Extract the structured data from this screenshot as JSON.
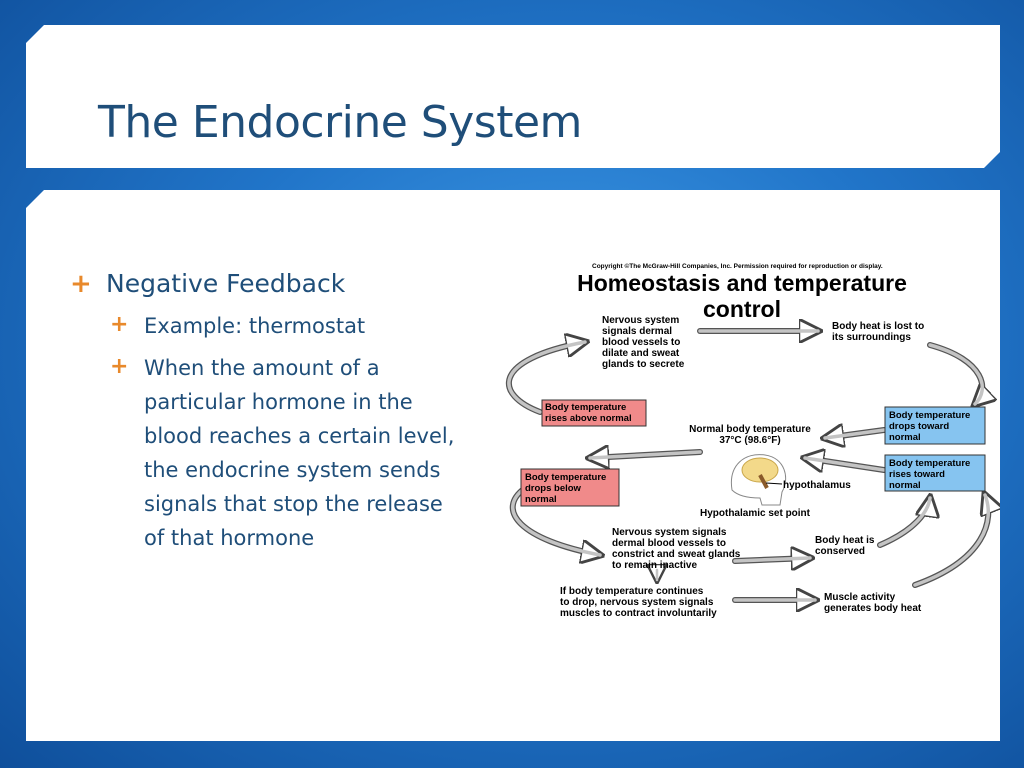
{
  "slide": {
    "title": "The Endocrine System",
    "bullets": {
      "level1": "Negative Feedback",
      "level2": [
        "Example: thermostat",
        "When the amount of a particular hormone in the blood reaches a certain level, the endocrine system sends signals that stop the release of that hormone"
      ]
    }
  },
  "diagram": {
    "copyright": "Copyright ©The McGraw-Hill Companies, Inc. Permission required for reproduction or display.",
    "title_line1": "Homeostasis and temperature",
    "title_line2": "control",
    "nervous_dilate": [
      "Nervous system",
      "signals dermal",
      "blood vessels to",
      "dilate and sweat",
      "glands to secrete"
    ],
    "heat_lost": [
      "Body heat is lost to",
      "its surroundings"
    ],
    "rises_above": [
      "Body temperature",
      "rises above normal"
    ],
    "normal_temp": [
      "Normal body temperature",
      "37°C (98.6°F)"
    ],
    "drops_toward": [
      "Body temperature",
      "drops toward",
      "normal"
    ],
    "drops_below": [
      "Body temperature",
      "drops below",
      "normal"
    ],
    "hypothalamus": "hypothalamus",
    "set_point": "Hypothalamic set point",
    "rises_toward": [
      "Body temperature",
      "rises toward",
      "normal"
    ],
    "nervous_constrict": [
      "Nervous system signals",
      "dermal blood vessels to",
      "constrict and sweat glands",
      "to remain inactive"
    ],
    "heat_conserved": [
      "Body heat is",
      "conserved"
    ],
    "continue_drop": [
      "If body temperature continues",
      "to drop, nervous system signals",
      "muscles to contract involuntarily"
    ],
    "muscle_activity": [
      "Muscle activity",
      "generates body heat"
    ],
    "colors": {
      "red_box": "#f08a8a",
      "blue_box": "#86c4f0",
      "arrow": "#b8b8b8"
    }
  }
}
